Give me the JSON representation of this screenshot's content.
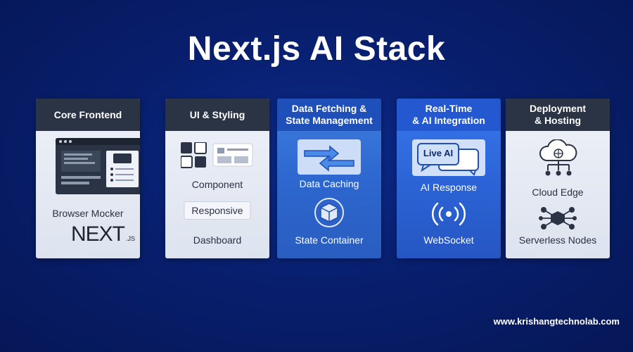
{
  "title": "Next.js AI Stack",
  "cards": [
    {
      "heading": "Core Frontend",
      "items": [
        "Browser Mocker"
      ],
      "logo_text": "NEXT",
      "logo_suffix": ".JS"
    },
    {
      "heading": "UI & Styling",
      "items": [
        "Component",
        "Responsive",
        "Dashboard"
      ]
    },
    {
      "heading_line1": "Data Fetching &",
      "heading_line2": "State Management",
      "items": [
        "Data Caching",
        "State Container"
      ]
    },
    {
      "heading_line1": "Real-Time",
      "heading_line2": "& AI Integration",
      "badge": "Live AI",
      "items": [
        "AI Response",
        "WebSocket"
      ]
    },
    {
      "heading_line1": "Deployment",
      "heading_line2": "& Hosting",
      "items": [
        "Cloud Edge",
        "Serverless Nodes"
      ]
    }
  ],
  "footer": "www.krishangtechnolab.com",
  "colors": {
    "background": "#081f6e",
    "dark_header": "#2b3445",
    "blue_card": "#2d67cf",
    "accent_blue": "#4a8be8"
  },
  "icons": [
    "browser-window-icon",
    "layout-grid-icon",
    "sync-arrows-icon",
    "cube-cycle-icon",
    "chat-bubbles-icon",
    "wireless-signal-icon",
    "cloud-network-icon",
    "node-hub-icon"
  ]
}
